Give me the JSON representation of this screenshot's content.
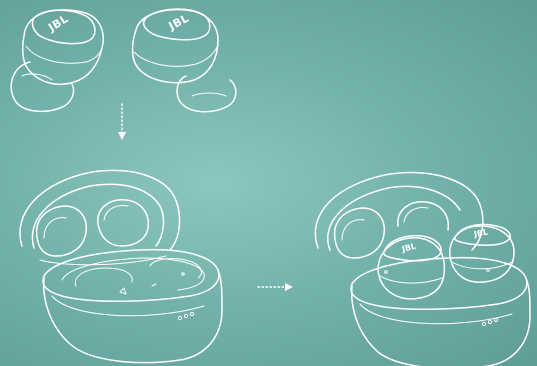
{
  "brand": {
    "logo_text": "JBL"
  },
  "colors": {
    "background": "#7fbab3",
    "line": "#ffffff"
  },
  "illustration": {
    "steps": [
      {
        "id": "earbuds-out",
        "description_icon": "earbuds"
      },
      {
        "id": "open-case",
        "description_icon": "charging-case-open"
      },
      {
        "id": "earbuds-in-case",
        "description_icon": "charging-case-with-earbuds"
      }
    ]
  }
}
